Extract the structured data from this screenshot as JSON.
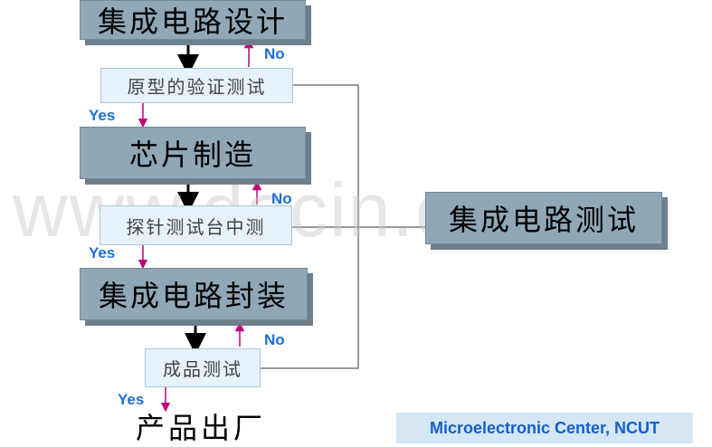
{
  "stages": {
    "design": "集成电路设计",
    "manufacture": "芯片制造",
    "package": "集成电路封装",
    "ic_test": "集成电路测试"
  },
  "tests": {
    "prototype": "原型的验证测试",
    "probe": "探针测试台中测",
    "final": "成品测试"
  },
  "labels": {
    "no": "No",
    "yes": "Yes"
  },
  "output": "产品出厂",
  "footer": "Microelectronic Center, NCUT",
  "watermark": "www.docin.com",
  "colors": {
    "stage_fill": "#8fa7b7",
    "test_fill": "#e6f1fb",
    "arrow_magenta": "#c0007a",
    "label_blue": "#1e6fd8",
    "footer_fill": "#d5e6f5"
  }
}
